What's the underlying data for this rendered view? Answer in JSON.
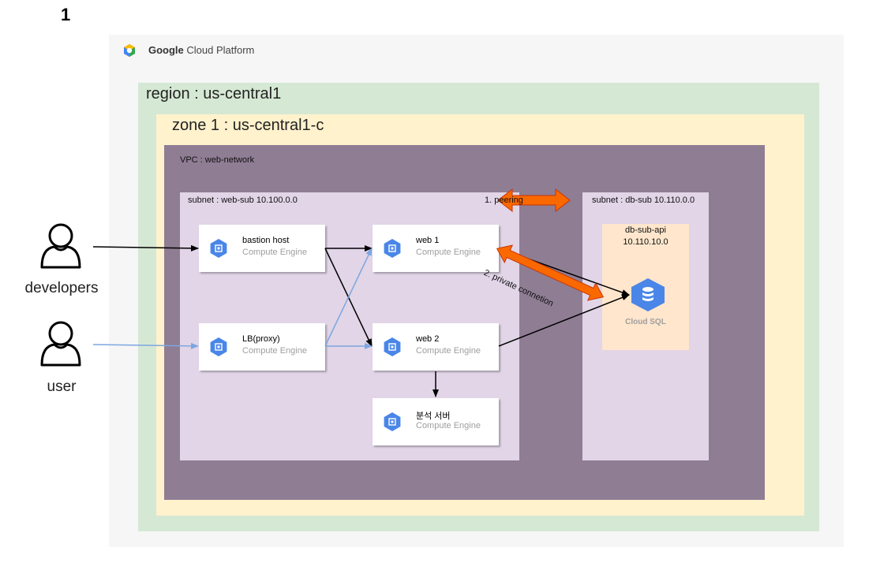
{
  "page_number": "1",
  "gcp": {
    "brand": "Google",
    "product": "Cloud Platform",
    "logo_icon": "gcp-hexagon-icon"
  },
  "region": {
    "label": "region : us-central1"
  },
  "zone": {
    "label": "zone 1 : us-central1-c"
  },
  "vpc": {
    "label": "VPC : web-network"
  },
  "subnet_web": {
    "label": "subnet : web-sub 10.100.0.0"
  },
  "subnet_db": {
    "label": "subnet : db-sub 10.110.0.0"
  },
  "db_group": {
    "line1": "db-sub-api",
    "line2": "10.110.10.0"
  },
  "nodes": {
    "bastion": {
      "name": "bastion host",
      "service": "Compute Engine",
      "icon": "compute-engine-icon"
    },
    "lb": {
      "name": "LB(proxy)",
      "service": "Compute Engine",
      "icon": "compute-engine-icon"
    },
    "web1": {
      "name": "web 1",
      "service": "Compute Engine",
      "icon": "compute-engine-icon"
    },
    "web2": {
      "name": "web 2",
      "service": "Compute Engine",
      "icon": "compute-engine-icon"
    },
    "analysis": {
      "name": "분석 서버",
      "service": "Compute Engine",
      "icon": "compute-engine-icon"
    },
    "cloudsql": {
      "name": "Cloud SQL",
      "icon": "cloud-sql-icon"
    }
  },
  "actors": {
    "developers": {
      "label": "developers",
      "icon": "person-icon"
    },
    "user": {
      "label": "user",
      "icon": "person-icon"
    }
  },
  "annotations": {
    "peering": "1. peering",
    "private": "2. private connetion"
  },
  "colors": {
    "gcp_bg": "#f6f6f6",
    "region": "#d5e8d4",
    "zone": "#fff2cc",
    "vpc": "#8f7d94",
    "subnet": "#e1d5e7",
    "db_group": "#ffe6cc",
    "gcp_blue": "#4a86e8",
    "user_arrow": "#7ea6e0",
    "peering_arrow": "#fa6800"
  }
}
